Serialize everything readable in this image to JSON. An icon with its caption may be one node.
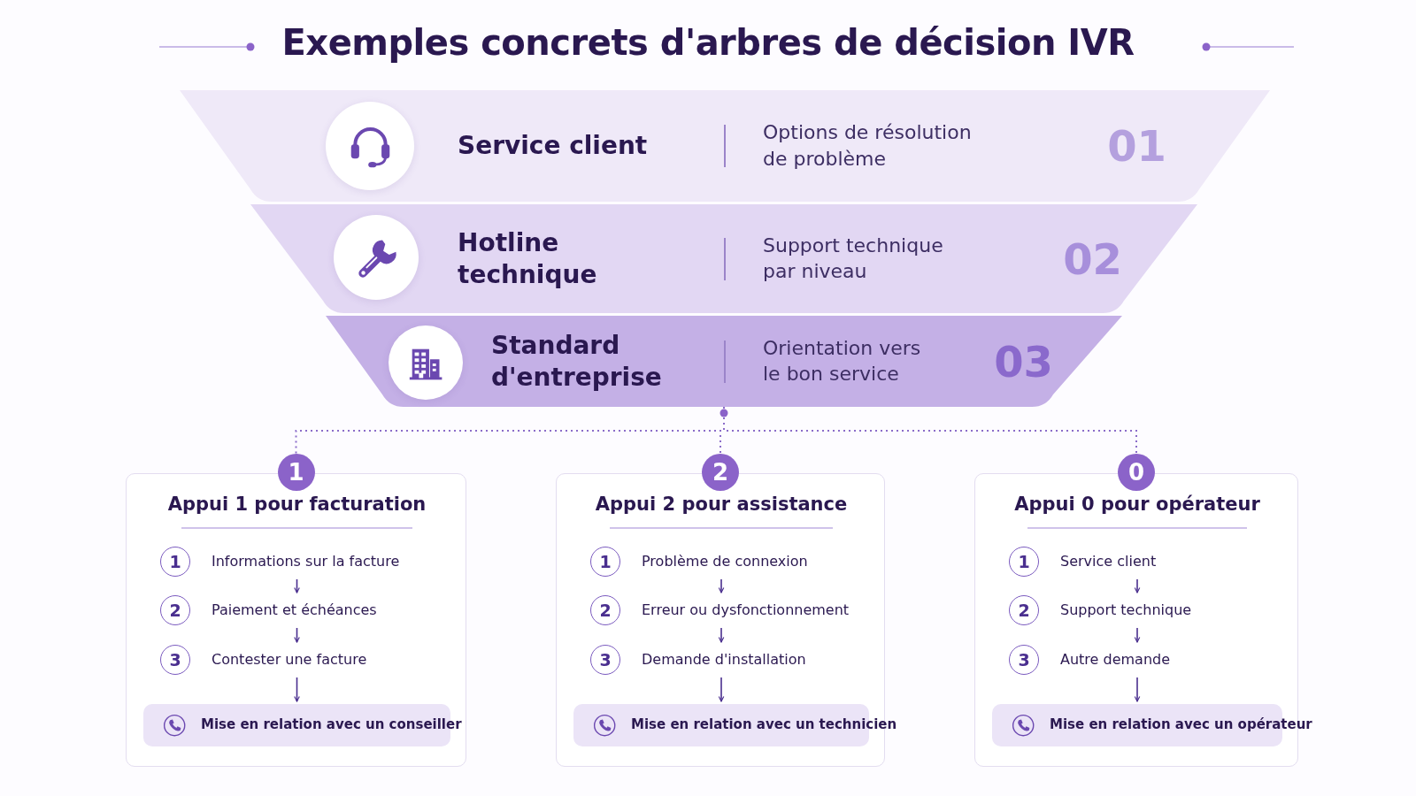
{
  "diagram": {
    "title": "Exemples concrets d'arbres de décision IVR",
    "nodes": [
      {
        "text": [
          "Service client",
          "Options de résolution de problème",
          "01"
        ]
      },
      {
        "text": [
          "Hotline technique",
          "Support technique par niveau",
          "02"
        ]
      },
      {
        "text": [
          "Standard d'entreprise",
          "Orientation vers le bon service",
          "03"
        ]
      },
      {
        "text": [
          "1"
        ]
      },
      {
        "text": [
          "Appui 1 pour facturation"
        ]
      },
      {
        "text": [
          "1",
          "Informations sur la facture"
        ],
        "in": 4
      },
      {
        "text": [
          "2",
          "Paiement et échéances"
        ],
        "in": 4
      },
      {
        "text": [
          "3",
          "Contester une facture"
        ],
        "in": 4
      },
      {
        "text": [
          "Mise en relation avec un conseiller"
        ],
        "in": 4
      },
      {
        "text": [
          "2"
        ]
      },
      {
        "text": [
          "Appui 2 pour assistance"
        ]
      },
      {
        "text": [
          "1",
          "Problème de connexion"
        ],
        "in": 10
      },
      {
        "text": [
          "2",
          "Erreur ou dysfonctionnement"
        ],
        "in": 10
      },
      {
        "text": [
          "3",
          "Demande d'installation"
        ],
        "in": 10
      },
      {
        "text": [
          "Mise en relation avec un technicien"
        ],
        "in": 10
      },
      {
        "text": [
          "0"
        ]
      },
      {
        "text": [
          "Appui 0 pour opérateur"
        ]
      },
      {
        "text": [
          "1",
          "Service client"
        ],
        "in": 16
      },
      {
        "text": [
          "2",
          "Support technique"
        ],
        "in": 16
      },
      {
        "text": [
          "3",
          "Autre demande"
        ],
        "in": 16
      },
      {
        "text": [
          "Mise en relation avec un opérateur"
        ],
        "in": 16
      }
    ],
    "edges": [
      {
        "from": 2,
        "to": 3,
        "arrow": "none",
        "style": "dashed"
      },
      {
        "from": 2,
        "to": 9,
        "arrow": "none",
        "style": "dashed"
      },
      {
        "from": 2,
        "to": 15,
        "arrow": "none",
        "style": "dashed"
      },
      {
        "from": 5,
        "to": 6,
        "arrow": "to"
      },
      {
        "from": 6,
        "to": 7,
        "arrow": "to"
      },
      {
        "from": 7,
        "to": 8,
        "arrow": "to"
      },
      {
        "from": 11,
        "to": 12,
        "arrow": "to"
      },
      {
        "from": 12,
        "to": 13,
        "arrow": "to"
      },
      {
        "from": 13,
        "to": 14,
        "arrow": "to"
      },
      {
        "from": 17,
        "to": 18,
        "arrow": "to"
      },
      {
        "from": 18,
        "to": 19,
        "arrow": "to"
      },
      {
        "from": 19,
        "to": 20,
        "arrow": "to"
      }
    ]
  }
}
